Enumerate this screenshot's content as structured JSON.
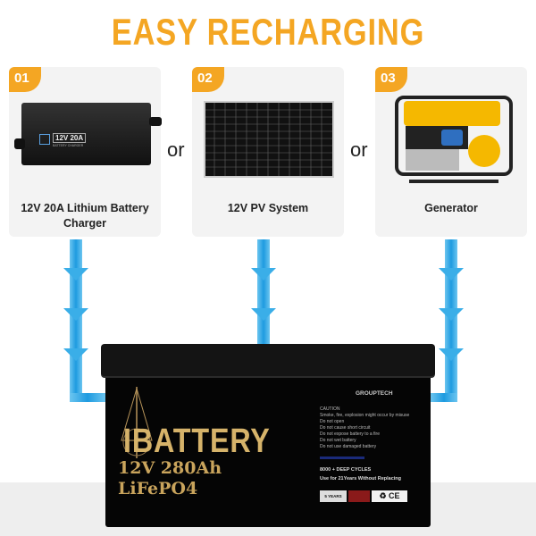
{
  "title": "EASY RECHARGING",
  "separator": "or",
  "accent_color": "#f4a623",
  "flow_color": "#1e9be0",
  "options": [
    {
      "number": "01",
      "label": "12V 20A Lithium Battery Charger",
      "device_text": "12V 20A",
      "device_sub": "BATTERY CHARGER",
      "icon": "battery-charger-icon"
    },
    {
      "number": "02",
      "label": "12V PV System",
      "icon": "solar-panel-icon"
    },
    {
      "number": "03",
      "label": "Generator",
      "icon": "generator-icon"
    }
  ],
  "battery": {
    "brand": "IBATTERY",
    "voltage_capacity": "12V 280Ah",
    "chemistry": "LiFePO4",
    "maker": "GROUPTECH",
    "caution_title": "CAUTION",
    "caution_lines": [
      "Smoke, fire, explosion might occur by misuse",
      "Do not open",
      "Do not cause short circuit",
      "Do not expose battery to a fire",
      "Do not wet battery",
      "Do not use damaged battery"
    ],
    "cycles": "8000 + DEEP CYCLES",
    "lifetime": "Use for 21Years Without Replacing",
    "warranty": "5 YEARS"
  }
}
